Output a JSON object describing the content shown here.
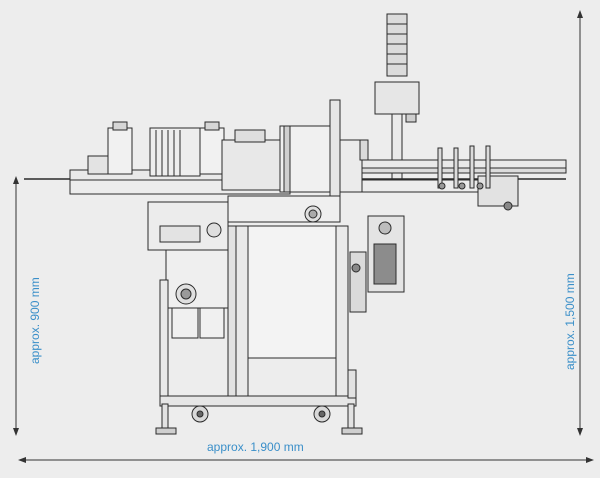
{
  "dimensions": {
    "overall_width": "approx. 1,900 mm",
    "conveyor_height": "approx. 900 mm",
    "total_height": "approx. 1,500 mm"
  },
  "colors": {
    "background": "#ededed",
    "line": "#2b2b2b",
    "dimension_text": "#3a8fc9"
  }
}
